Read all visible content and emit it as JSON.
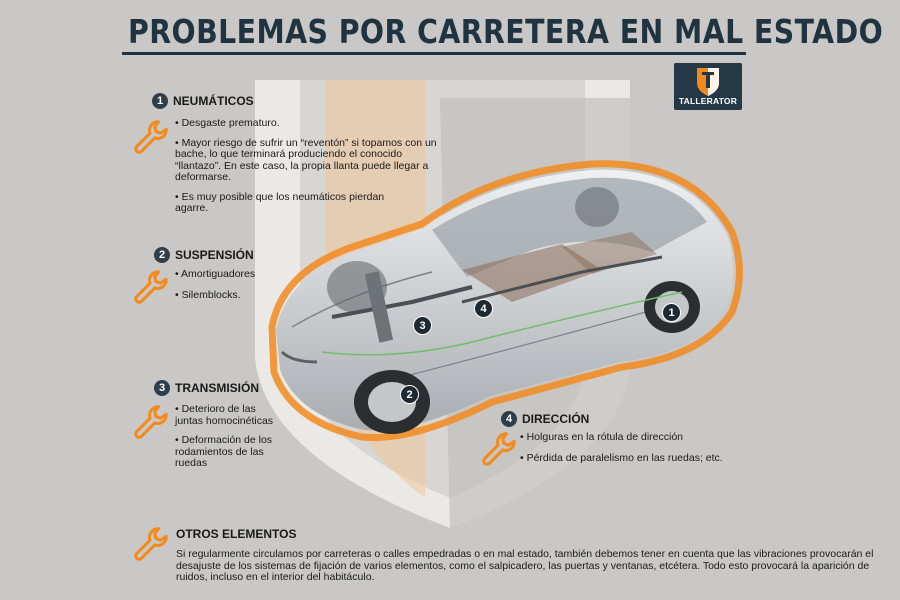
{
  "title": "PROBLEMAS POR CARRETERA EN MAL ESTADO",
  "logo": {
    "text": "TALLERATOR"
  },
  "sections": [
    {
      "number": "1",
      "title": "NEUMÁTICOS",
      "bullets": [
        "• Desgaste prematuro.",
        "• Mayor riesgo de sufrir un “reventón” si topamos con un bache, lo que terminará produciendo el conocido “llantazo”. En este caso, la propia llanta puede llegar a deformarse.",
        "• Es muy posible que los neumáticos pierdan agarre."
      ]
    },
    {
      "number": "2",
      "title": "SUSPENSIÓN",
      "bullets": [
        "• Amortiguadores",
        "• Silemblocks."
      ]
    },
    {
      "number": "3",
      "title": "TRANSMISIÓN",
      "bullets": [
        "• Deterioro de las juntas homocinéticas",
        "• Deformación de los rodamientos de las ruedas"
      ]
    },
    {
      "number": "4",
      "title": "DIRECCIÓN",
      "bullets": [
        "• Holguras en la rótula de dirección",
        "• Pérdida de paralelismo en las ruedas; etc."
      ]
    }
  ],
  "otros": {
    "title": "OTROS ELEMENTOS",
    "text": "Si regularmente circulamos por carreteras o calles empedradas o en mal estado, también debemos tener en cuenta que las vibraciones provocarán el desajuste de los sistemas de fijación de varios elementos, como el salpicadero, las puertas y ventanas, etcétera. Todo esto provocará la aparición de ruidos, incluso en el interior del habitáculo."
  },
  "markers": [
    "1",
    "2",
    "3",
    "4"
  ],
  "colors": {
    "accent": "#f28a1e",
    "dark": "#1f3340",
    "background": "#c9c8c6"
  },
  "icons": [
    "wrench-icon",
    "shield-logo-icon"
  ]
}
